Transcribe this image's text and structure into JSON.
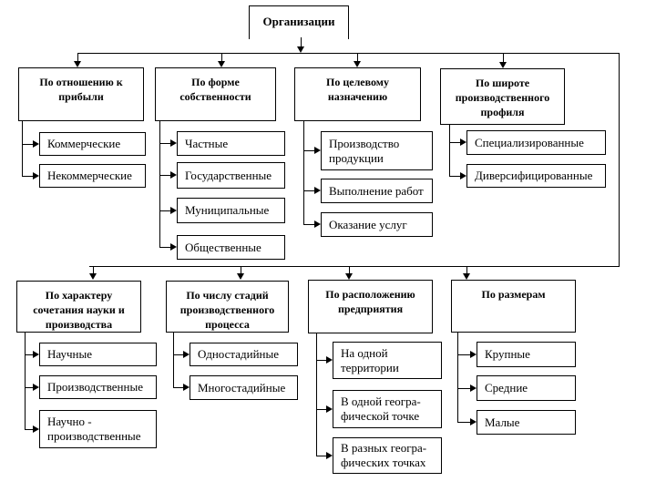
{
  "diagram": {
    "title": "Организации",
    "colors": {
      "line": "#000000",
      "background": "#ffffff",
      "text": "#000000"
    },
    "groups": [
      {
        "header": "По отношению к прибыли",
        "items": [
          "Коммерческие",
          "Некоммерческие"
        ]
      },
      {
        "header": "По форме собственности",
        "items": [
          "Частные",
          "Государственные",
          "Муниципальные",
          "Общественные"
        ]
      },
      {
        "header": "По целевому назначению",
        "items": [
          "Производство продукции",
          "Выполнение работ",
          "Оказание услуг"
        ]
      },
      {
        "header": "По широте производственного профиля",
        "items": [
          "Специализированные",
          "Диверсифицированные"
        ]
      },
      {
        "header": "По характеру сочетания науки и производства",
        "items": [
          "Научные",
          "Производственные",
          "Научно - производственные"
        ]
      },
      {
        "header": "По числу стадий производственного процесса",
        "items": [
          "Одностадийные",
          "Многостадийные"
        ]
      },
      {
        "header": "По расположению предприятия",
        "items": [
          "На одной территории",
          "В одной геогра- фической точке",
          "В разных геогра- фических точках"
        ]
      },
      {
        "header": "По размерам",
        "items": [
          "Крупные",
          "Средние",
          "Малые"
        ]
      }
    ]
  }
}
